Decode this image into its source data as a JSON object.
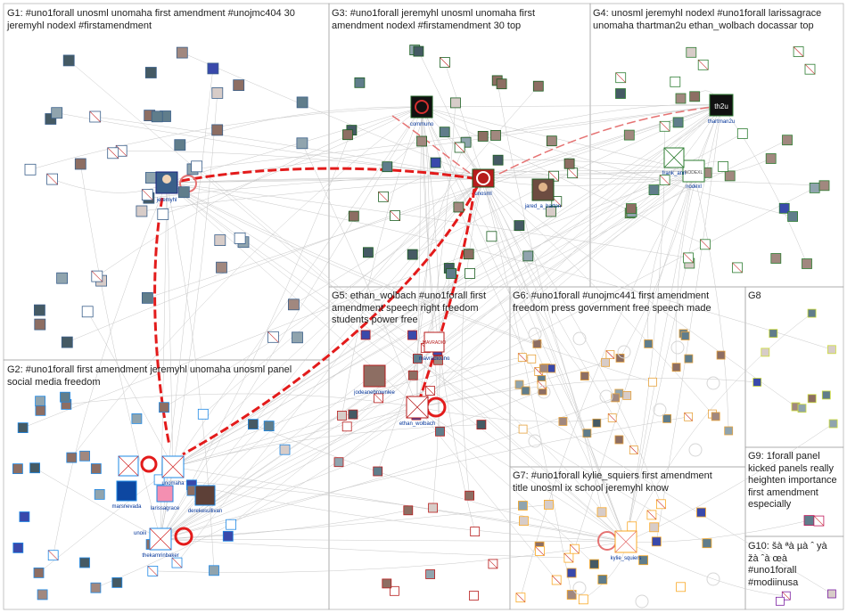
{
  "groups": [
    {
      "id": "G1",
      "label": "G1: #uno1forall unosml unomaha first amendment #unojmc404 30",
      "line2": "jeremyhl nodexl #firstamendment",
      "line3": ""
    },
    {
      "id": "G2",
      "label": "G2: #uno1forall first amendment jeremyhl unomaha unosml panel",
      "line2": "social media freedom",
      "line3": ""
    },
    {
      "id": "G3",
      "label": "G3: #uno1forall jeremyhl unosml unomaha first",
      "line2": "amendment nodexl #firstamendment 30 top",
      "line3": ""
    },
    {
      "id": "G4",
      "label": "G4: unosml jeremyhl nodexl #uno1forall larissagrace",
      "line2": "unomaha thartman2u ethan_wolbach docassar top",
      "line3": ""
    },
    {
      "id": "G5",
      "label": "G5: ethan_wolbach #uno1forall first",
      "line2": "amendment speech right freedom",
      "line3": "students power free"
    },
    {
      "id": "G6",
      "label": "G6: #uno1forall #unojmc441 first amendment",
      "line2": "freedom press government free speech made",
      "line3": ""
    },
    {
      "id": "G7",
      "label": "G7: #uno1forall kylie_squiers first amendment",
      "line2": "title unosml ix school jeremyhl know",
      "line3": ""
    },
    {
      "id": "G8",
      "label": "G8",
      "line2": "",
      "line3": ""
    },
    {
      "id": "G9",
      "label": "G9: 1forall panel",
      "line2": "kicked panels really",
      "line3": "heighten importance",
      "line4": "first amendment",
      "line5": "especially"
    },
    {
      "id": "G10",
      "label": "G10: šà ªà µà ˆ yà",
      "line2": "žà ˆà œà",
      "line3": "#uno1forall",
      "line4": "#modiinusa"
    }
  ],
  "hubs": [
    {
      "name": "jeremyhl",
      "color": "#3a5f8a"
    },
    {
      "name": "unosml",
      "color": "#b71c1c"
    },
    {
      "name": "communo",
      "color": "#8b0000"
    },
    {
      "name": "jared_a_barton",
      "color": "#6d4c41"
    },
    {
      "name": "thartman2u",
      "color": "#111111"
    },
    {
      "name": "nodexl",
      "color": "#444444"
    },
    {
      "name": "frank_ann",
      "color": "#2e7d32"
    },
    {
      "name": "unomaha",
      "color": "#d32f2f"
    },
    {
      "name": "marsnevada",
      "color": "#1565c0"
    },
    {
      "name": "larissagrace",
      "color": "#f48fb1"
    },
    {
      "name": "derekesullivan",
      "color": "#5d4037"
    },
    {
      "name": "thekamrinbaker",
      "color": "#c62828"
    },
    {
      "name": "unoiii",
      "color": "#1976d2"
    },
    {
      "name": "mavradiouno",
      "color": "#b71c1c"
    },
    {
      "name": "jodeanebrownlee",
      "color": "#8d6e63"
    },
    {
      "name": "ethan_wolbach",
      "color": "#c62828"
    },
    {
      "name": "kylie_squiers",
      "color": "#f9a825"
    }
  ],
  "colors": {
    "g1": "#3a5f8a",
    "g2": "#1e88e5",
    "g3": "#1b5e20",
    "g4": "#2e7d32",
    "g5": "#b71c1c",
    "g6": "#e6a23c",
    "g7": "#f9a825",
    "g8": "#cddc39",
    "g9": "#c2185b",
    "g10": "#7b1fa2",
    "highlight": "#e31b1b"
  }
}
